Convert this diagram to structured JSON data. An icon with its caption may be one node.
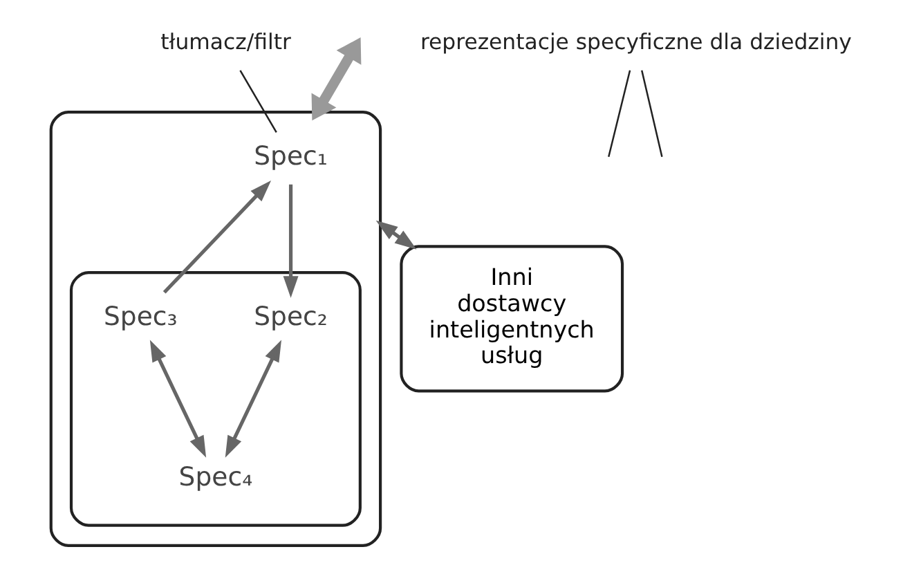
{
  "diagram": {
    "nodes": [
      {
        "text": [],
        "shape": "box"
      },
      {
        "text": [
          "Spec₁"
        ],
        "in": 0
      },
      {
        "text": [],
        "shape": "box",
        "in": 0
      },
      {
        "text": [
          "Spec₂"
        ],
        "in": 2
      },
      {
        "text": [
          "Spec₃"
        ],
        "in": 2
      },
      {
        "text": [
          "Spec₄"
        ],
        "in": 2
      },
      {
        "text": [
          "Inni dostawcy inteligentnych usług"
        ]
      },
      {
        "text": [
          "tłumacz/filtr"
        ]
      },
      {
        "text": [
          "reprezentacje specyficzne dla dziedziny"
        ]
      }
    ],
    "edges": [
      {
        "from": null,
        "to": 0,
        "arrow": "both",
        "style": "thick"
      },
      {
        "from": 4,
        "to": 1,
        "arrow": "to"
      },
      {
        "from": 1,
        "to": 3,
        "arrow": "to"
      },
      {
        "from": 4,
        "to": 5,
        "arrow": "both"
      },
      {
        "from": 3,
        "to": 5,
        "arrow": "both"
      },
      {
        "from": 0,
        "to": 6,
        "arrow": "both"
      },
      {
        "from": 7,
        "to": 1,
        "arrow": "none",
        "color": "#222222"
      },
      {
        "from": 8,
        "to": null,
        "arrow": "none",
        "color": "#222222"
      },
      {
        "from": 8,
        "to": null,
        "arrow": "none",
        "color": "#222222"
      }
    ]
  }
}
